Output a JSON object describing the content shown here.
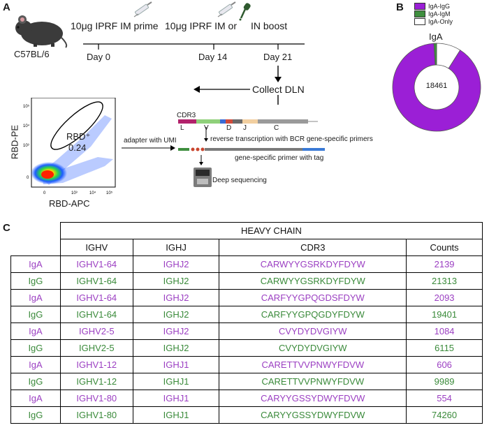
{
  "panelA": {
    "letter": "A",
    "mouse_label": "C57BL/6",
    "steps": [
      {
        "label": "10μg IPRF IM prime",
        "day": "Day 0"
      },
      {
        "label": "10μg IPRF IM or",
        "day": "Day 14"
      },
      {
        "label": "IN boost",
        "day": "Day 21"
      }
    ],
    "collect": "Collect DLN",
    "flow": {
      "y_label": "RBD-PE",
      "x_label": "RBD-APC",
      "gate_label": "RBD⁺",
      "gate_value": "0.24",
      "y_ticks": [
        "10⁵",
        "10⁴",
        "10³",
        "0"
      ],
      "x_ticks": [
        "0",
        "10³",
        "10⁴",
        "10⁵"
      ]
    },
    "adapter": "adapter with UMI",
    "cdr3": "CDR3",
    "segments": [
      "L",
      "V",
      "D",
      "J",
      "C"
    ],
    "rt": "reverse transcription with BCR gene-specific primers",
    "gsp": "gene-specific primer with tag",
    "seq": "Deep sequencing"
  },
  "panelB": {
    "letter": "B",
    "title": "IgA",
    "center_value": "18461",
    "legend": [
      {
        "name": "IgA-IgG",
        "color": "#9b1fd6"
      },
      {
        "name": "IgA-IgM",
        "color": "#3f8f3f"
      },
      {
        "name": "IgA-Only",
        "color": "#ffffff"
      }
    ],
    "chart_data": {
      "type": "pie",
      "title": "IgA",
      "categories": [
        "IgA-IgG",
        "IgA-IgM",
        "IgA-Only"
      ],
      "values": [
        0.9,
        0.01,
        0.09
      ],
      "center_label": "18461"
    }
  },
  "panelC": {
    "letter": "C",
    "group_header": "HEAVY CHAIN",
    "columns": [
      "IGHV",
      "IGHJ",
      "CDR3",
      "Counts"
    ],
    "rows": [
      {
        "iso": "IgA",
        "ighv": "IGHV1-64",
        "ighj": "IGHJ2",
        "cdr3": "CARWYYGSRKDYFDYW",
        "count": "2139"
      },
      {
        "iso": "IgG",
        "ighv": "IGHV1-64",
        "ighj": "IGHJ2",
        "cdr3": "CARWYYGSRKDYFDYW",
        "count": "21313"
      },
      {
        "iso": "IgA",
        "ighv": "IGHV1-64",
        "ighj": "IGHJ2",
        "cdr3": "CARFYYGPQGDSFDYW",
        "count": "2093"
      },
      {
        "iso": "IgG",
        "ighv": "IGHV1-64",
        "ighj": "IGHJ2",
        "cdr3": "CARFYYGPQGDYFDYW",
        "count": "19401"
      },
      {
        "iso": "IgA",
        "ighv": "IGHV2-5",
        "ighj": "IGHJ2",
        "cdr3": "CVYDYDVGIYW",
        "count": "1084"
      },
      {
        "iso": "IgG",
        "ighv": "IGHV2-5",
        "ighj": "IGHJ2",
        "cdr3": "CVYDYDVGIYW",
        "count": "6115"
      },
      {
        "iso": "IgA",
        "ighv": "IGHV1-12",
        "ighj": "IGHJ1",
        "cdr3": "CARETTVVPNWYFDVW",
        "count": "606"
      },
      {
        "iso": "IgG",
        "ighv": "IGHV1-12",
        "ighj": "IGHJ1",
        "cdr3": "CARETTVVPNWYFDVW",
        "count": "9989"
      },
      {
        "iso": "IgA",
        "ighv": "IGHV1-80",
        "ighj": "IGHJ1",
        "cdr3": "CARYYGSSYDWYFDVW",
        "count": "554"
      },
      {
        "iso": "IgG",
        "ighv": "IGHV1-80",
        "ighj": "IGHJ1",
        "cdr3": "CARYYGSSYDWYFDVW",
        "count": "74260"
      }
    ]
  }
}
